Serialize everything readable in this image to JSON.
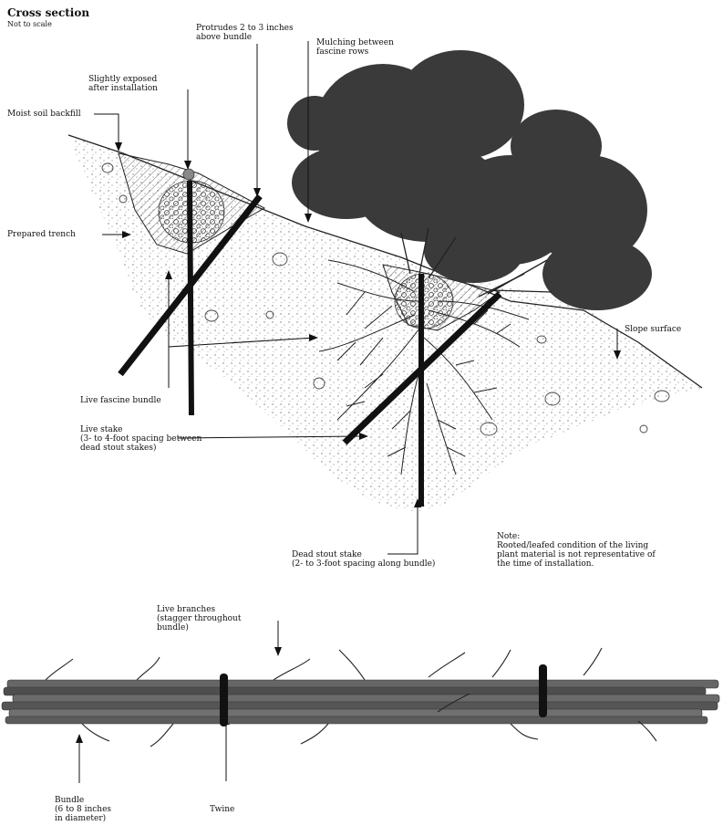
{
  "header": {
    "title": "Cross section",
    "subtitle": "Not to scale"
  },
  "labels": {
    "protrudes": "Protrudes 2 to 3 inches\nabove bundle",
    "mulching": "Mulching between\nfascine rows",
    "slightly_exposed": "Slightly exposed\nafter installation",
    "moist_soil": "Moist soil backfill",
    "prepared_trench": "Prepared trench",
    "slope_surface": "Slope surface",
    "live_fascine": "Live fascine bundle",
    "live_stake": "Live stake\n(3- to 4-foot spacing between\ndead stout stakes)",
    "dead_stout_stake": "Dead stout stake\n(2- to 3-foot spacing along bundle)",
    "note": "Note:\nRooted/leafed condition of the living\nplant material is not representative of\nthe time of installation.",
    "live_branches": "Live branches\n(stagger throughout\nbundle)",
    "bundle": "Bundle\n(6 to 8 inches\nin diameter)",
    "twine": "Twine"
  },
  "colors": {
    "ink": "#111111",
    "tree": "#3a3a3a",
    "bundle": "#5a5a5a",
    "soil_dot": "#777777"
  }
}
